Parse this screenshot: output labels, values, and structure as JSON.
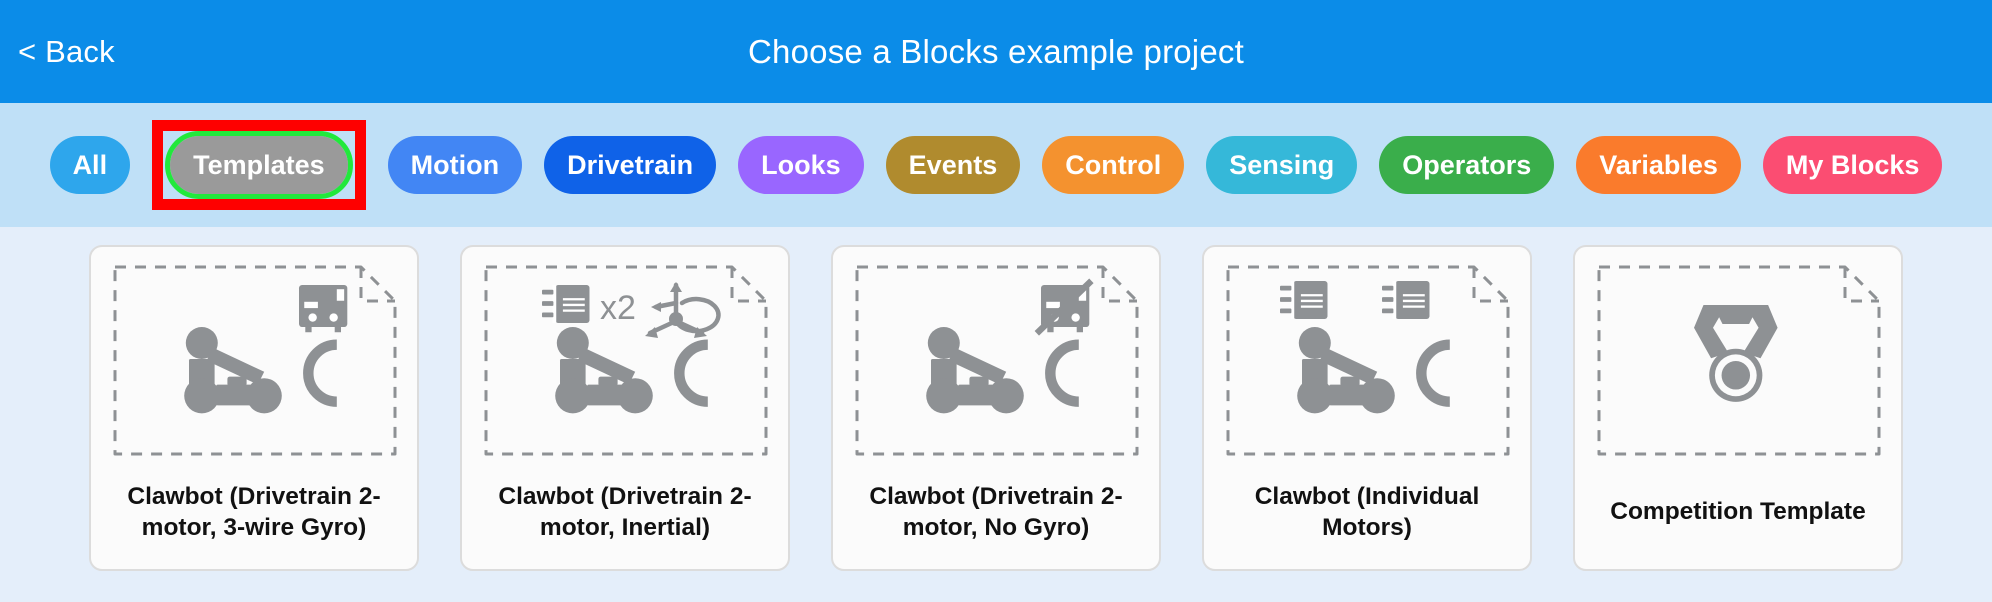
{
  "header": {
    "back_label": "< Back",
    "title": "Choose a Blocks example project",
    "bg_color": "#0b8ce8",
    "text_color": "#ffffff"
  },
  "category_bar": {
    "bg_color": "#bfe0f7",
    "selected": "Templates",
    "selected_fill": "#9a9a9a",
    "selected_ring": "#22e83c",
    "annotation_box_color": "#fe0000",
    "chips": [
      {
        "label": "All",
        "color": "#2ea6ec",
        "selected": false
      },
      {
        "label": "Templates",
        "color": "#9a9a9a",
        "selected": true
      },
      {
        "label": "Motion",
        "color": "#4286f4",
        "selected": false
      },
      {
        "label": "Drivetrain",
        "color": "#0f62e8",
        "selected": false
      },
      {
        "label": "Looks",
        "color": "#9966ff",
        "selected": false
      },
      {
        "label": "Events",
        "color": "#b08b2e",
        "selected": false
      },
      {
        "label": "Control",
        "color": "#f4922f",
        "selected": false
      },
      {
        "label": "Sensing",
        "color": "#35b8d9",
        "selected": false
      },
      {
        "label": "Operators",
        "color": "#3aae4b",
        "selected": false
      },
      {
        "label": "Variables",
        "color": "#fa7b2c",
        "selected": false
      },
      {
        "label": "My Blocks",
        "color": "#fb4d72",
        "selected": false
      }
    ]
  },
  "projects": {
    "bg_color": "#e4eefa",
    "card_bg": "#fbfbfb",
    "icon_color": "#8e9194",
    "cards": [
      {
        "label": "Clawbot (Drivetrain 2-motor, 3-wire Gyro)",
        "thumb": "clawbot-gyro-3wire",
        "badges": [
          "gyro-sensor-icon"
        ]
      },
      {
        "label": "Clawbot (Drivetrain 2-motor, Inertial)",
        "thumb": "clawbot-inertial",
        "badges": [
          "motor-x2-icon",
          "inertial-sensor-icon"
        ]
      },
      {
        "label": "Clawbot (Drivetrain 2-motor, No Gyro)",
        "thumb": "clawbot-no-gyro",
        "badges": [
          "gyro-sensor-disabled-icon"
        ]
      },
      {
        "label": "Clawbot (Individual Motors)",
        "thumb": "clawbot-individual-motors",
        "badges": [
          "motor-icon",
          "motor-icon"
        ]
      },
      {
        "label": "Competition Template",
        "thumb": "competition-medal",
        "badges": []
      }
    ],
    "motor_multiplier_label": "x2"
  }
}
